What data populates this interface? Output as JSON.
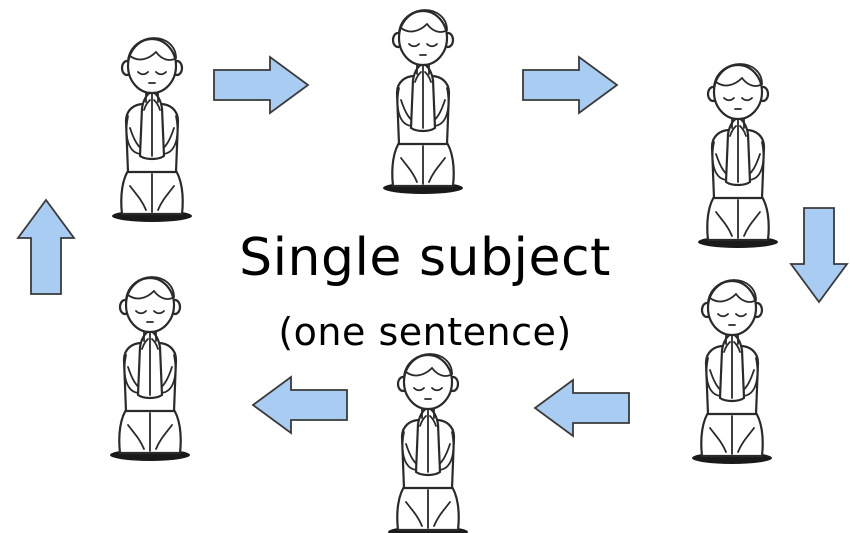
{
  "diagram": {
    "title": "Single subject",
    "subtitle": "(one sentence)",
    "figure_icon": "kneeling-praying-person-icon",
    "arrow_icon": "block-arrow-icon",
    "colors": {
      "arrow_fill": "#a9ccf2",
      "arrow_stroke": "#3a3a3a",
      "figure_stroke": "#2a2a2a",
      "figure_fill": "#ffffff",
      "ground": "#1a1a1a",
      "text": "#000000"
    },
    "figures": [
      {
        "name": "praying-figure-top-left"
      },
      {
        "name": "praying-figure-top-center"
      },
      {
        "name": "praying-figure-top-right"
      },
      {
        "name": "praying-figure-bottom-right"
      },
      {
        "name": "praying-figure-bottom-center"
      },
      {
        "name": "praying-figure-bottom-left"
      }
    ],
    "arrows": [
      {
        "name": "arrow-right-1",
        "direction": "right"
      },
      {
        "name": "arrow-right-2",
        "direction": "right"
      },
      {
        "name": "arrow-down",
        "direction": "down"
      },
      {
        "name": "arrow-left-1",
        "direction": "left"
      },
      {
        "name": "arrow-left-2",
        "direction": "left"
      },
      {
        "name": "arrow-up",
        "direction": "up"
      }
    ]
  }
}
